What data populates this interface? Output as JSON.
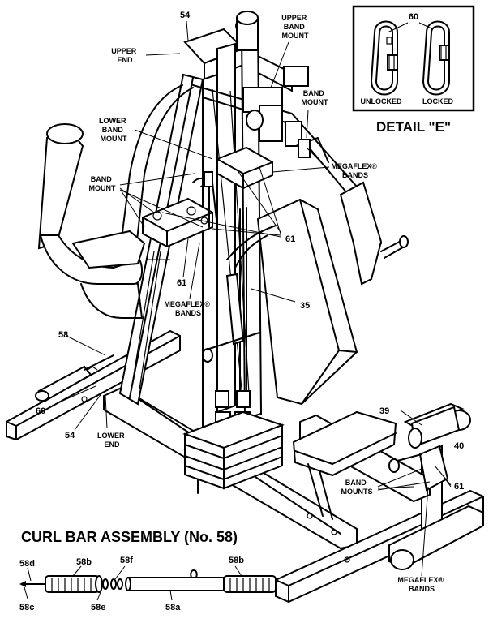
{
  "callouts": {
    "c54_top": "54",
    "upper_end": [
      "UPPER",
      "END"
    ],
    "upper_band_mount": [
      "UPPER",
      "BAND",
      "MOUNT"
    ],
    "band_mount_right": [
      "BAND",
      "MOUNT"
    ],
    "lower_band_mount": [
      "LOWER",
      "BAND",
      "MOUNT"
    ],
    "band_mount_left": [
      "BAND",
      "MOUNT"
    ],
    "megaflex_right": [
      "MEGAFLEX®",
      "BANDS"
    ],
    "c61_center": "61",
    "c61_left": "61",
    "megaflex_center": [
      "MEGAFLEX®",
      "BANDS"
    ],
    "c35": "35",
    "c58": "58",
    "c60": "60",
    "c54_bottom": "54",
    "lower_end": [
      "LOWER",
      "END"
    ],
    "c39": "39",
    "c40": "40",
    "band_mounts": [
      "BAND",
      "MOUNTS"
    ],
    "c61_right": "61",
    "megaflex_bottom": [
      "MEGAFLEX®",
      "BANDS"
    ]
  },
  "detail": {
    "number": "60",
    "unlocked": "UNLOCKED",
    "locked": "LOCKED",
    "title": "DETAIL \"E\""
  },
  "curl_bar": {
    "title": "CURL BAR ASSEMBLY (No. 58)",
    "parts": {
      "p58d": "58d",
      "p58b_left": "58b",
      "p58f": "58f",
      "p58b_right": "58b",
      "p58c": "58c",
      "p58e": "58e",
      "p58a": "58a"
    }
  }
}
